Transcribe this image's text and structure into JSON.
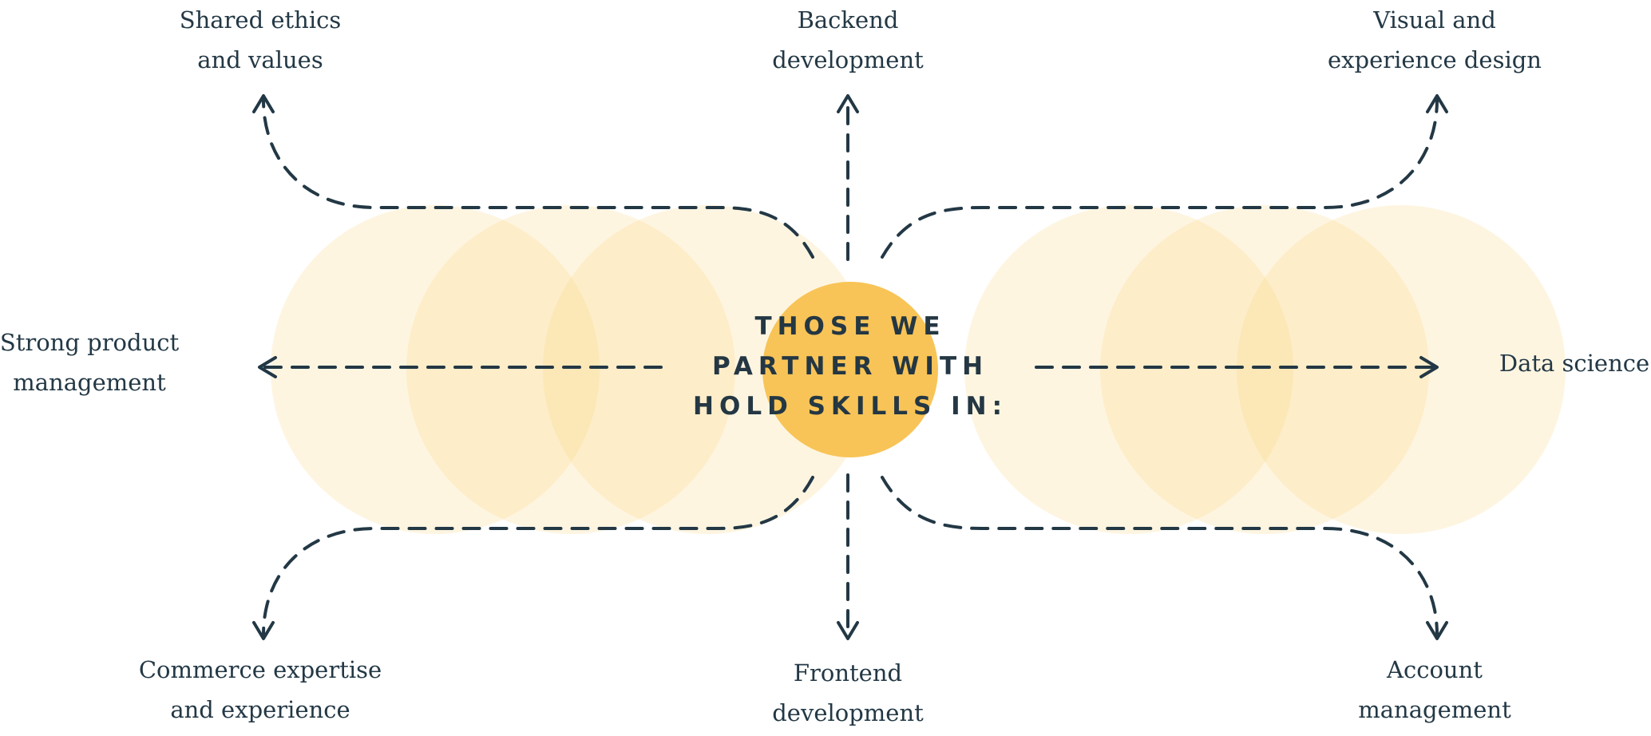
{
  "center": {
    "text": "THOSE WE\nPARTNER WITH\nHOLD SKILLS IN:"
  },
  "skills": [
    {
      "id": "shared-ethics",
      "label": "Shared ethics\nand values"
    },
    {
      "id": "backend",
      "label": "Backend\ndevelopment"
    },
    {
      "id": "visual-design",
      "label": "Visual and\nexperience design"
    },
    {
      "id": "product-management",
      "label": "Strong product\nmanagement"
    },
    {
      "id": "data-science",
      "label": "Data science"
    },
    {
      "id": "commerce",
      "label": "Commerce expertise\nand experience"
    },
    {
      "id": "frontend",
      "label": "Frontend\ndevelopment"
    },
    {
      "id": "account-management",
      "label": "Account\nmanagement"
    }
  ],
  "colors": {
    "ink": "#233845",
    "core": "#f8c457",
    "ring": "#fad378"
  }
}
